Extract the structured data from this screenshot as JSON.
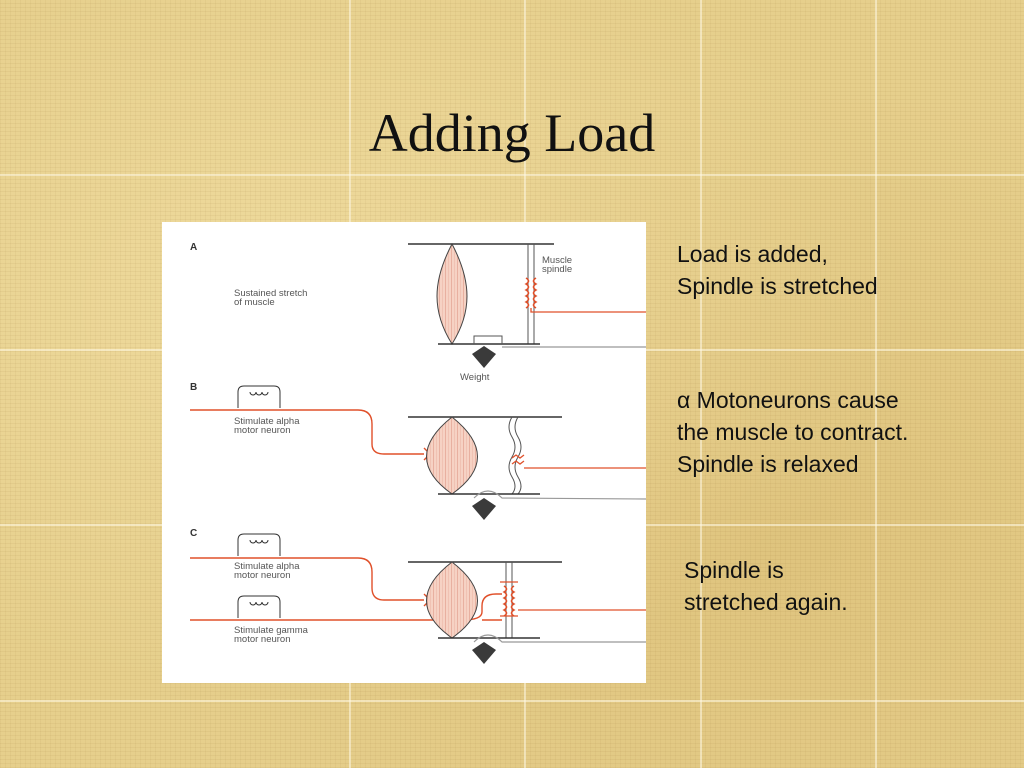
{
  "slide": {
    "title": "Adding Load"
  },
  "figure": {
    "panel_a": {
      "letter": "A",
      "caption_line1": "Sustained stretch",
      "caption_line2": "of muscle",
      "spindle_label_line1": "Muscle",
      "spindle_label_line2": "spindle",
      "weight_label": "Weight"
    },
    "panel_b": {
      "letter": "B",
      "caption_line1": "Stimulate alpha",
      "caption_line2": "motor neuron"
    },
    "panel_c": {
      "letter": "C",
      "alpha_line1": "Stimulate alpha",
      "alpha_line2": "motor neuron",
      "gamma_line1": "Stimulate gamma",
      "gamma_line2": "motor neuron"
    }
  },
  "notes": [
    {
      "lines": [
        "Load is added,",
        "Spindle is stretched"
      ]
    },
    {
      "lines": [
        "α Motoneurons cause",
        "the muscle to contract.",
        "Spindle is relaxed"
      ]
    },
    {
      "lines": [
        "Spindle is",
        "stretched again."
      ]
    }
  ],
  "colors": {
    "nerve": "#e0502a",
    "muscle_fill": "#f6d2c4"
  }
}
